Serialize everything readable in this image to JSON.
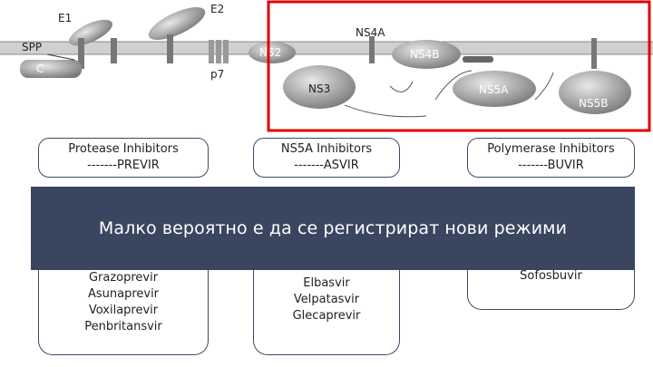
{
  "diagram": {
    "labels": {
      "e1": "E1",
      "e2": "E2",
      "spp": "SPP",
      "c": "C",
      "p7": "p7",
      "ns2": "NS2",
      "ns3": "NS3",
      "ns4a": "NS4A",
      "ns4b": "NS4B",
      "ns5a": "NS5A",
      "ns5b": "NS5B"
    },
    "highlight_color": "#e00000"
  },
  "classes": [
    {
      "title": "Protease Inhibitors",
      "suffix": "-------PREVIR",
      "drugs": [
        "Grazoprevir",
        "Asunaprevir",
        "Voxilaprevir",
        "Penbritansvir"
      ]
    },
    {
      "title": "NS5A Inhibitors",
      "suffix": "-------ASVIR",
      "drugs": [
        "Elbasvir",
        "Velpatasvir",
        "Glecaprevir"
      ]
    },
    {
      "title": "Polymerase Inhibitors",
      "suffix": "-------BUVIR",
      "drugs": [
        "Sofosbuvir"
      ]
    }
  ],
  "banner": {
    "text": "Малко вероятно е да се регистрират нови режими"
  }
}
